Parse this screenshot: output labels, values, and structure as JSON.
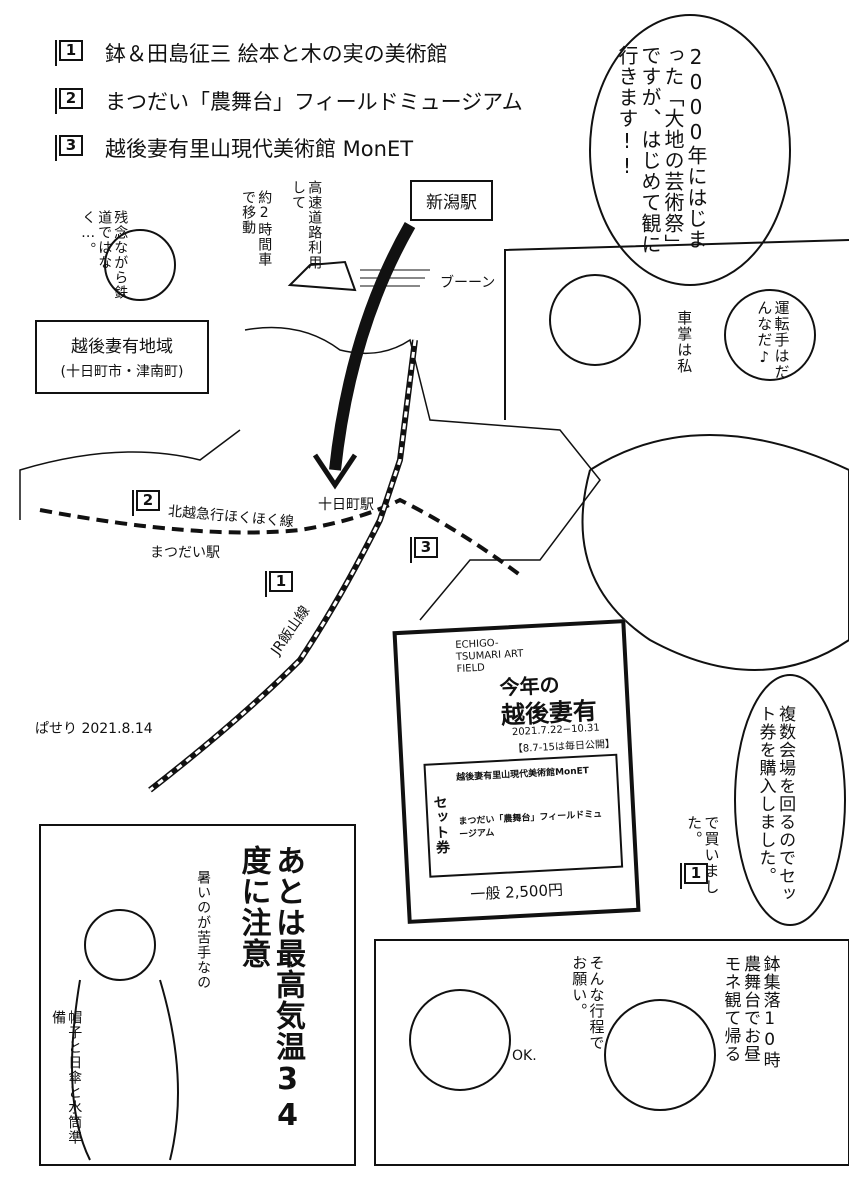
{
  "legend": [
    {
      "num": "1",
      "label": "鉢＆田島征三 絵本と木の実の美術館"
    },
    {
      "num": "2",
      "label": "まつだい「農舞台」フィールドミュージアム"
    },
    {
      "num": "3",
      "label": "越後妻有里山現代美術館 MonET"
    }
  ],
  "intro_bubble": "2000年にはじまった「大地の芸術祭」ですが、はじめて観に行きます!!",
  "driver_panel": {
    "driver": "運転手はだんなだ♪",
    "conductor": "車掌は私"
  },
  "map": {
    "station_niigata": "新潟駅",
    "region_sign": {
      "title": "越後妻有地域",
      "subtitle": "(十日町市・津南町)"
    },
    "regret": "残念ながら鉄道ではなく…。",
    "car_note_1": "高速道路利用して",
    "car_note_2": "約2時間車で移動",
    "car_sound": "ブーーン",
    "tokamachi_station": "十日町駅",
    "hokuhoku_line": "北越急行ほくほく線",
    "matsudai_station": "まつだい駅",
    "iiyama_line": "JR飯山線",
    "signature": "ぱせり 2021.8.14",
    "markers": [
      "1",
      "2",
      "3"
    ]
  },
  "ticket": {
    "brand": "ECHIGO-TSUMARI ART FIELD",
    "title_1": "今年の",
    "title_2": "越後妻有",
    "period": "2021.7.22−10.31",
    "note": "【8.7-15は毎日公開】",
    "set_label": "セット券",
    "venue_1": "越後妻有里山現代美術館MonET",
    "venue_2": "まつだい「農舞台」フィールドミュージアム",
    "price": "一般 2,500円"
  },
  "purchase_bubble": "複数会場を回るのでセット券を購入しました。",
  "bought_at": {
    "marker": "1",
    "text": "で買いました。"
  },
  "heat_panel": {
    "headline": "あとは最高気温34度に注意",
    "note_1": "暑いのが苦手なの",
    "note_2": "帽子と日傘と水筒準備"
  },
  "plan_panel": {
    "plan": "鉢集落10時 農舞台でお昼 モネ観て帰る",
    "request": "そんな行程でお願い。",
    "reply": "OK."
  }
}
